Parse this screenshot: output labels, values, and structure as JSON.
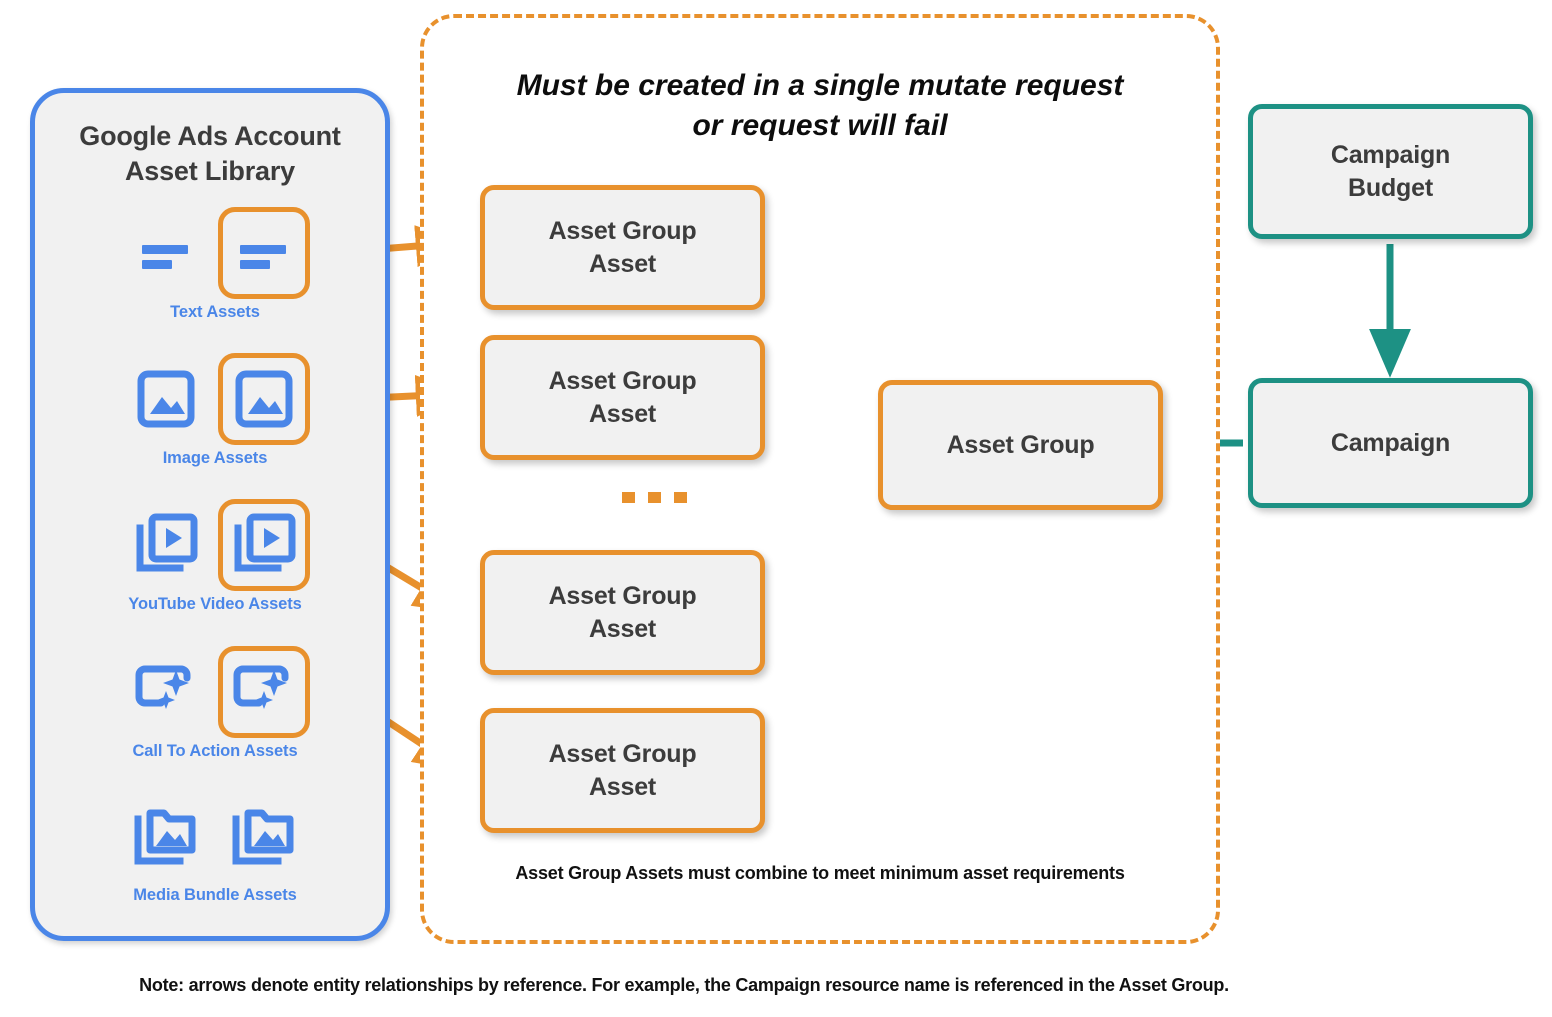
{
  "library": {
    "title_line1": "Google Ads Account",
    "title_line2": "Asset Library",
    "assets": [
      {
        "label": "Text Assets",
        "icon": "text-asset-icon",
        "highlighted": true
      },
      {
        "label": "Image Assets",
        "icon": "image-asset-icon",
        "highlighted": true
      },
      {
        "label": "YouTube Video  Assets",
        "icon": "youtube-video-asset-icon",
        "highlighted": true
      },
      {
        "label": "Call To Action Assets",
        "icon": "call-to-action-asset-icon",
        "highlighted": true
      },
      {
        "label": "Media Bundle  Assets",
        "icon": "media-bundle-asset-icon",
        "highlighted": false
      }
    ]
  },
  "mutate": {
    "title_line1": "Must be created in a single mutate request",
    "title_line2": "or request will fail",
    "footnote": "Asset Group Assets must combine to meet minimum asset requirements",
    "asset_group_assets": [
      {
        "line1": "Asset Group",
        "line2": "Asset"
      },
      {
        "line1": "Asset Group",
        "line2": "Asset"
      },
      {
        "line1": "Asset Group",
        "line2": "Asset"
      },
      {
        "line1": "Asset Group",
        "line2": "Asset"
      }
    ],
    "ellipsis": "..."
  },
  "nodes": {
    "asset_group": "Asset Group",
    "campaign_budget_line1": "Campaign",
    "campaign_budget_line2": "Budget",
    "campaign": "Campaign"
  },
  "note": "Note: arrows denote entity relationships by reference. For example, the Campaign resource name is referenced in the Asset Group.",
  "colors": {
    "orange": "#e8912d",
    "teal": "#1d9184",
    "blue": "#4a86e8",
    "box_fill": "#f1f1f1",
    "text_dark": "#3c3c3c"
  }
}
